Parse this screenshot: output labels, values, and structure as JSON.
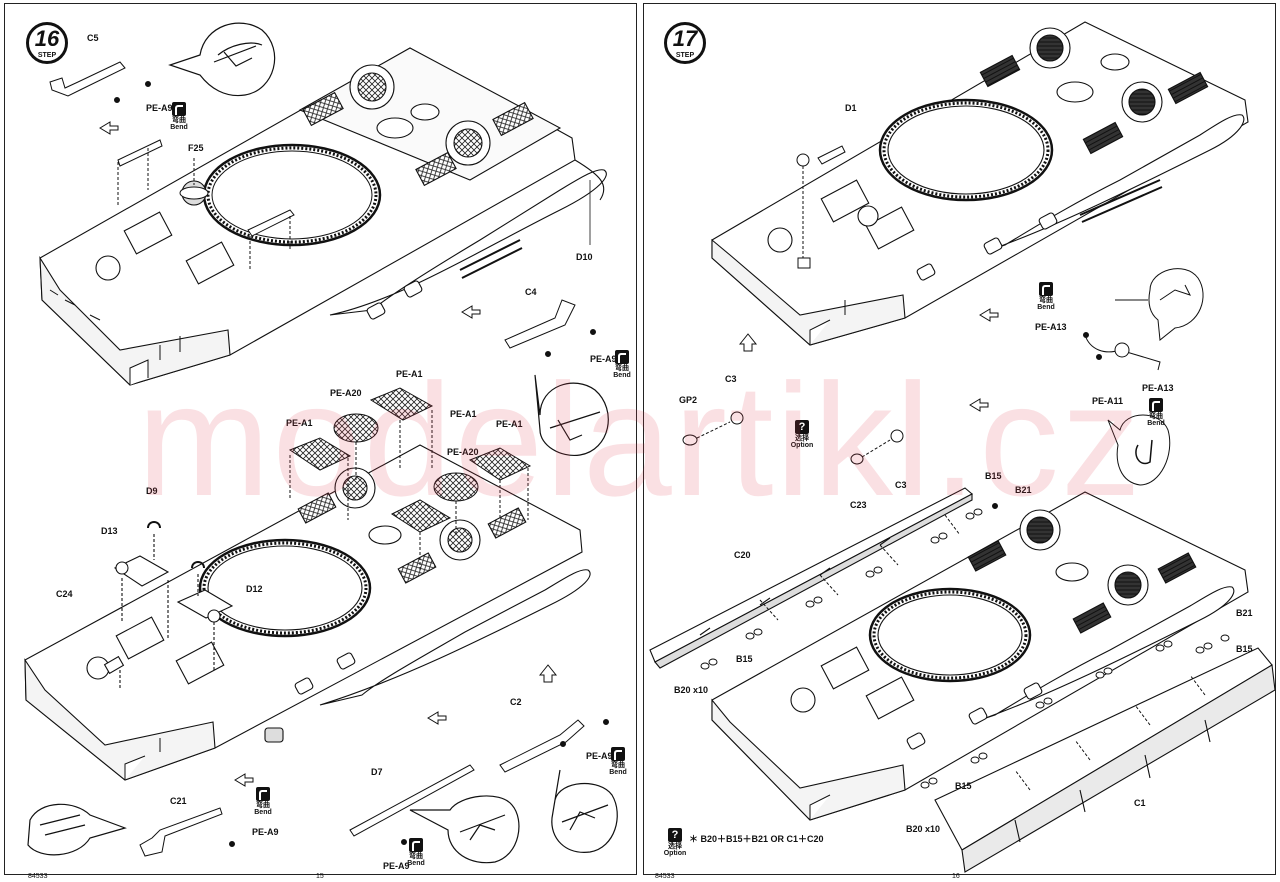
{
  "watermark": "modelartikl.cz",
  "step16": {
    "number": "16",
    "word": "STEP",
    "labels": {
      "c5": "C5",
      "pe_a9_1": "PE-A9",
      "f25": "F25",
      "d10": "D10",
      "c4": "C4",
      "pe_a9_2": "PE-A9",
      "pe_a20_1": "PE-A20",
      "pe_a1_1": "PE-A1",
      "pe_a1_2": "PE-A1",
      "pe_a1_3": "PE-A1",
      "pe_a1_4": "PE-A1",
      "pe_a20_2": "PE-A20",
      "d9": "D9",
      "d13": "D13",
      "d12": "D12",
      "c24": "C24",
      "c2": "C2",
      "pe_a9_3": "PE-A9",
      "c21": "C21",
      "pe_a9_4": "PE-A9",
      "d7": "D7",
      "pe_a9_5": "PE-A9"
    }
  },
  "step17": {
    "number": "17",
    "word": "STEP",
    "labels": {
      "d1": "D1",
      "pe_a13_1": "PE-A13",
      "pe_a11": "PE-A11",
      "pe_a13_2": "PE-A13",
      "gp2": "GP2",
      "c3_1": "C3",
      "c3_2": "C3",
      "c23": "C23",
      "b15_1": "B15",
      "b21_1": "B21",
      "c20": "C20",
      "b15_2": "B15",
      "b20_1": "B20 x10",
      "b21_2": "B21",
      "b15_3": "B15",
      "b15_4": "B15",
      "b20_2": "B20 x10",
      "c1": "C1"
    },
    "note": "＊ B20＋B15＋B21 OR C1＋C20"
  },
  "bend": {
    "cn": "弯曲",
    "en": "Bend"
  },
  "option": {
    "cn": "选择",
    "en": "Option",
    "glyph": "?"
  },
  "footer": {
    "left_page": "15",
    "right_page": "16",
    "code_left": "84533",
    "code_right": "84533"
  }
}
